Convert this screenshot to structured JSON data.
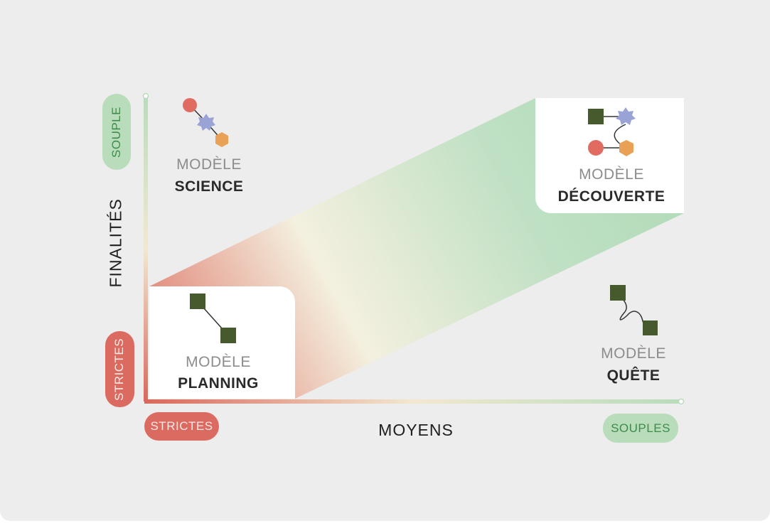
{
  "axes": {
    "y_title": "FINALITÉS",
    "x_title": "MOYENS",
    "y_high_badge": "SOUPLE",
    "y_low_badge": "STRICTES",
    "x_low_badge": "STRICTES",
    "x_high_badge": "SOUPLES"
  },
  "models": {
    "science": {
      "kind": "MODÈLE",
      "name": "SCIENCE"
    },
    "decouverte": {
      "kind": "MODÈLE",
      "name": "DÉCOUVERTE"
    },
    "planning": {
      "kind": "MODÈLE",
      "name": "PLANNING"
    },
    "quete": {
      "kind": "MODÈLE",
      "name": "QUÊTE"
    }
  },
  "colors": {
    "background": "#ededed",
    "red": "#db6a60",
    "green": "#b9dcbb",
    "square": "#465a2e",
    "circle": "#e06b60",
    "star": "#9aa3d6",
    "hexagon": "#e8a155"
  }
}
